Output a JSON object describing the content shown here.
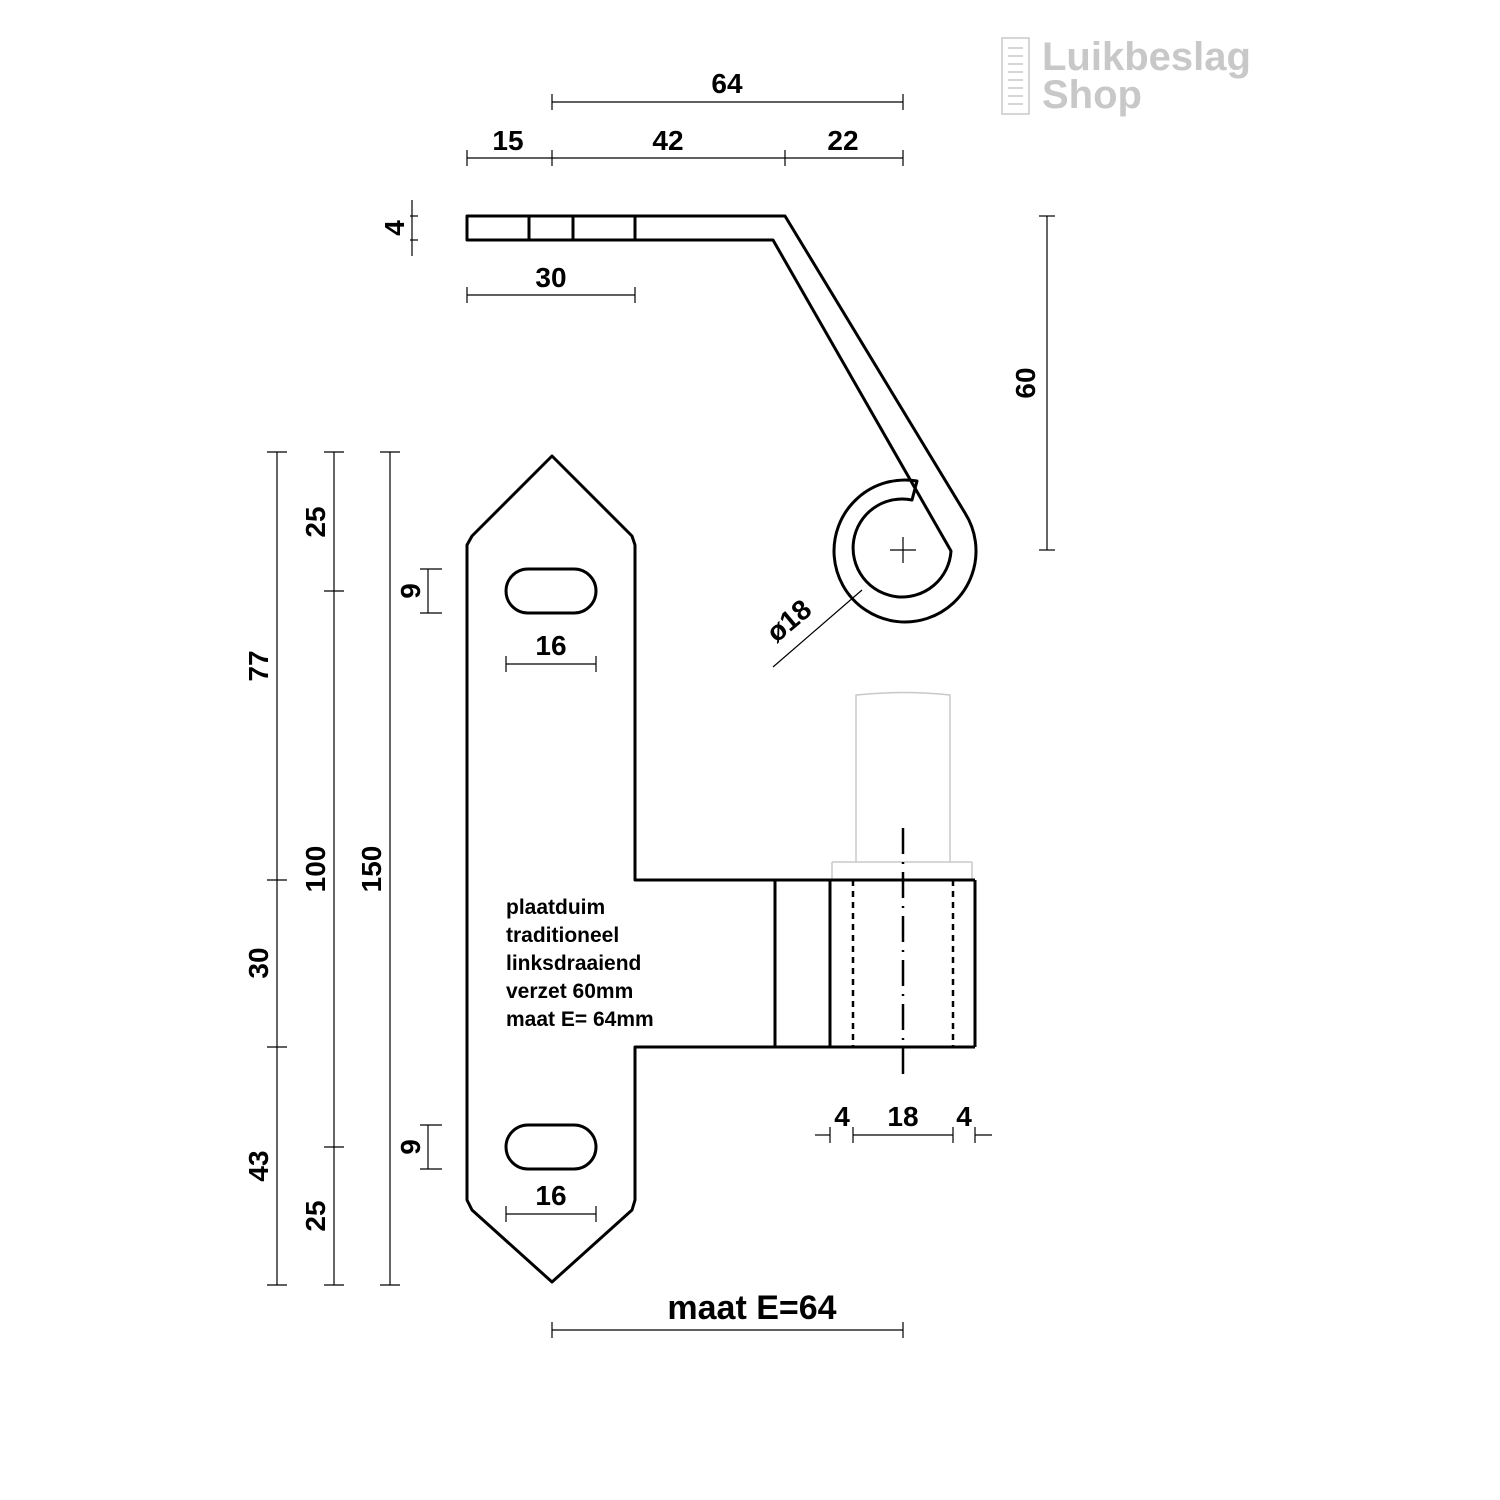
{
  "logo": {
    "line1": "Luikbeslag",
    "line2": "Shop",
    "color": "#c8c8c8"
  },
  "top_view": {
    "dim_total": "64",
    "dim_left": "15",
    "dim_mid": "42",
    "dim_right": "22",
    "dim_thickness": "4",
    "dim_30": "30",
    "dim_offset": "60",
    "dim_diameter": "ø18"
  },
  "front_view": {
    "left_dims": [
      "77",
      "30",
      "43"
    ],
    "mid_dims": [
      "25",
      "100",
      "25"
    ],
    "right_dim": "150",
    "slot_height_top": "9",
    "slot_width_top": "16",
    "slot_height_bottom": "9",
    "slot_width_bottom": "16",
    "pin_dims": [
      "4",
      "18",
      "4"
    ]
  },
  "note": {
    "line1": "plaatduim",
    "line2": "traditioneel",
    "line3": "linksdraaiend",
    "line4": "verzet 60mm",
    "line5": "maat E= 64mm"
  },
  "size_label": "maat E=64"
}
